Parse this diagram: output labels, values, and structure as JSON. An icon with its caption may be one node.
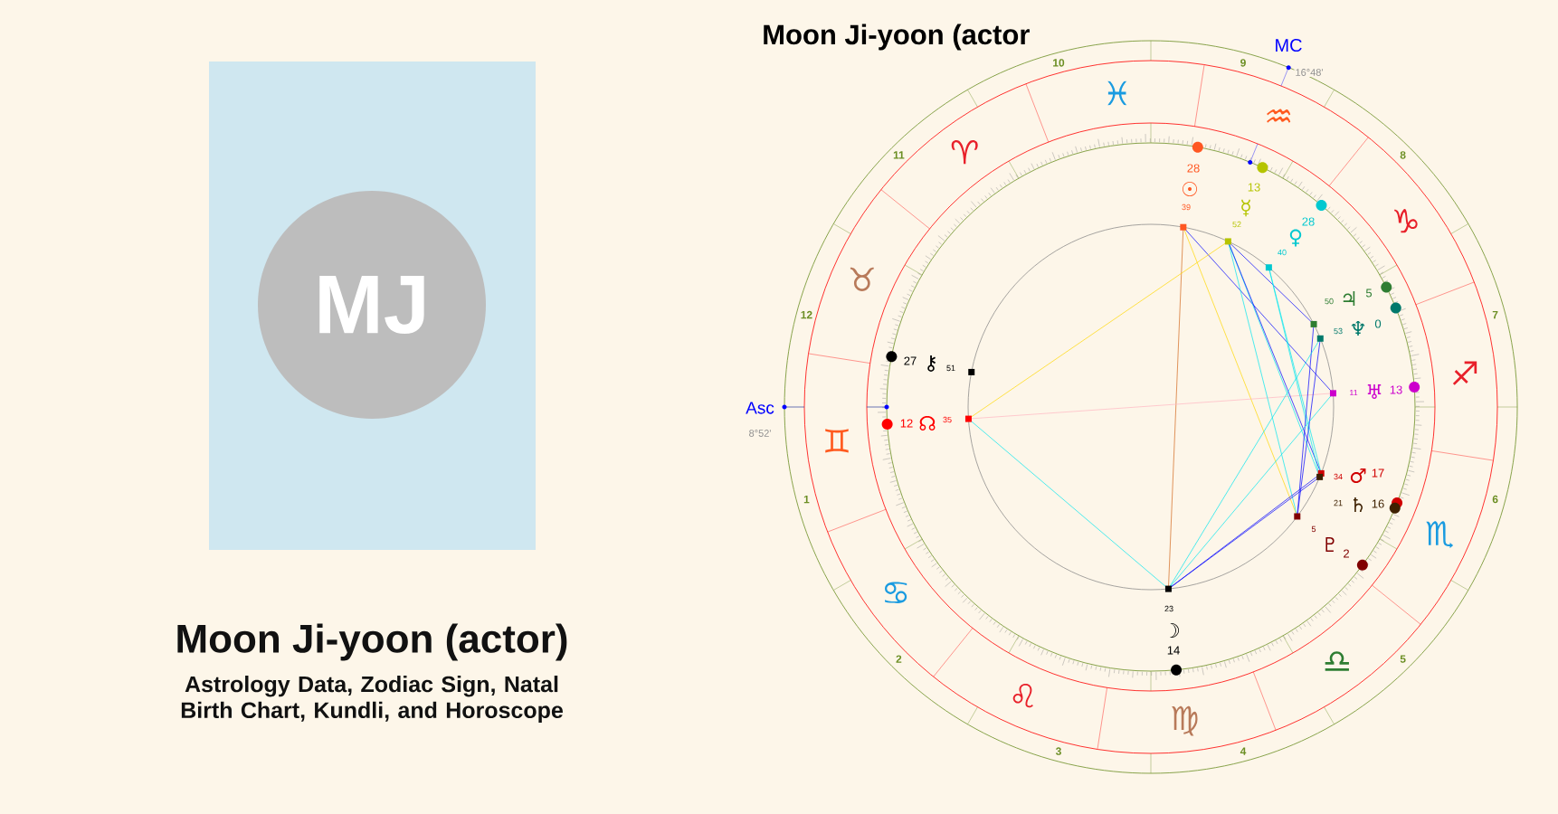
{
  "diagram": {
    "title": "Moon Ji-yoon (actor)",
    "caption": "Astrology Data, Zodiac Sign, Natal Birth Chart, Kundli, and Horoscope",
    "nodes": [
      {
        "text": [],
        "shape": "box"
      },
      {
        "text": [
          "MJ"
        ],
        "in": 0
      }
    ],
    "labels": [
      "Moon Ji-yoon (actor",
      "MC",
      "16°48'",
      "1",
      "2",
      "3",
      "4",
      "5",
      "6",
      "7",
      "8",
      "9",
      "10",
      "11",
      "12",
      "♈",
      "♉",
      "♊",
      "♋",
      "♌",
      "♍",
      "♎",
      "♏",
      "♐",
      "♑",
      "♒",
      "♓",
      "28",
      "☉",
      "39",
      "13",
      "☿",
      "52",
      "28",
      "♀",
      "40",
      "5",
      "♃",
      "50",
      "0",
      "♆",
      "53",
      "13",
      "♅",
      "11",
      "17",
      "♂",
      "34",
      "16",
      "♄",
      "21",
      "2",
      "♇",
      "5",
      "14",
      "☽",
      "23",
      "27",
      "⚷",
      "51",
      "12",
      "☊",
      "35",
      "Asc",
      "8°52'"
    ]
  }
}
